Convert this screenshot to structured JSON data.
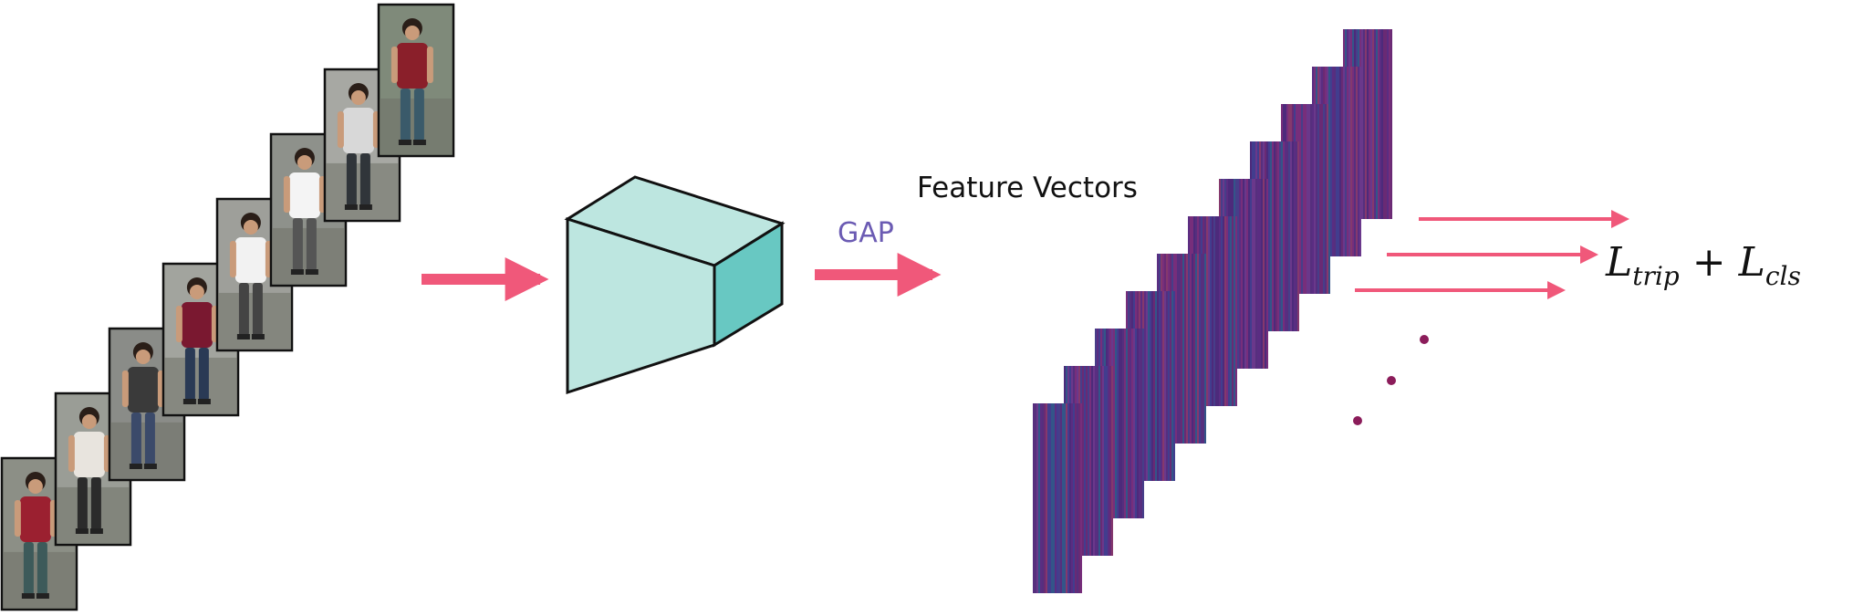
{
  "labels": {
    "gap": "GAP",
    "feature_vectors": "Feature Vectors",
    "loss_left_symbol": "L",
    "loss_left_sub": "trip",
    "loss_plus": "+",
    "loss_right_symbol": "L",
    "loss_right_sub": "cls"
  },
  "frames": {
    "count": 8,
    "description_items": [
      "person-frame",
      "person-frame",
      "person-frame",
      "person-frame",
      "person-frame",
      "person-frame",
      "person-frame",
      "person-frame"
    ]
  },
  "feature_vectors": {
    "count": 11
  },
  "colors": {
    "arrow": "#f0587a",
    "cube_front": "#bde6e0",
    "cube_side": "#68c8c2",
    "vector_base": "#5a2d82",
    "dots": "#8b1c5a"
  }
}
